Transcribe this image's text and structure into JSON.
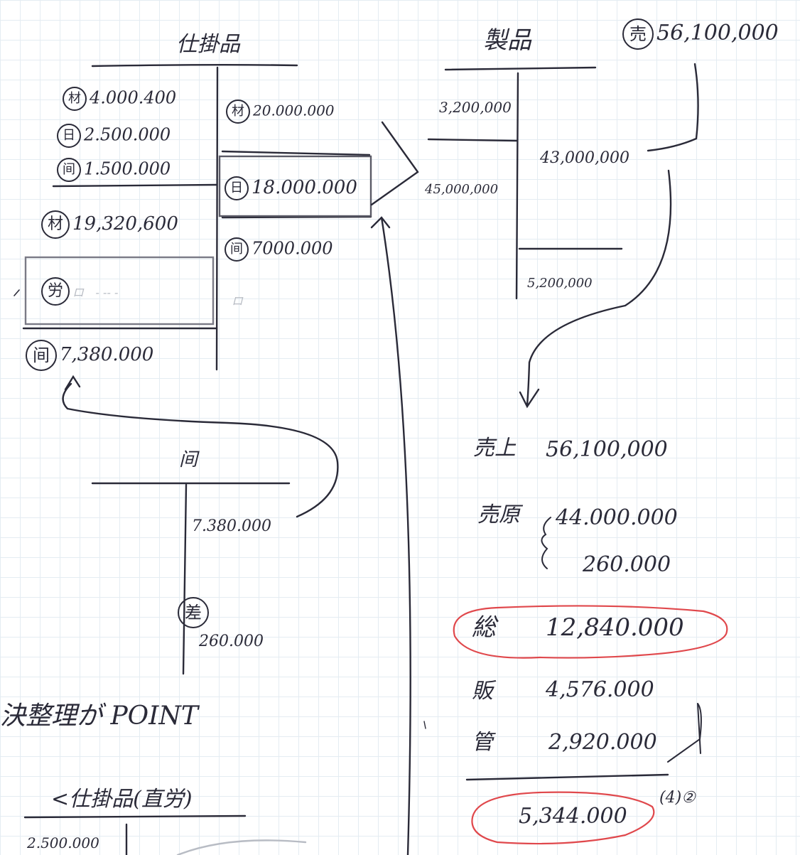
{
  "wip_account": {
    "title": "仕掛品",
    "debit": [
      {
        "mark": "材",
        "amount": "4.000.400"
      },
      {
        "mark": "日",
        "amount": "2.500.000"
      },
      {
        "mark": "间",
        "amount": "1.500.000"
      },
      {
        "mark": "材",
        "amount": "19,320,600"
      },
      {
        "mark": "労",
        "amount": ""
      },
      {
        "mark": "间",
        "amount": "7,380.000"
      }
    ],
    "credit": [
      {
        "mark": "材",
        "amount": "20.000.000"
      },
      {
        "mark": "日",
        "amount": "18.000.000"
      },
      {
        "mark": "间",
        "amount": "7000.000"
      }
    ],
    "faint_marks": [
      "ロ",
      "- -- -",
      "ロ"
    ]
  },
  "product_account": {
    "title": "製品",
    "debit": [
      "3,200,000",
      "45,000,000"
    ],
    "credit": [
      "43,000,000",
      "5,200,000"
    ],
    "sales_note": {
      "mark": "売",
      "amount": "56,100,000"
    }
  },
  "overhead_account": {
    "title": "间",
    "credit": [
      "7.380.000",
      "260.000"
    ],
    "diff_mark": "差"
  },
  "income": {
    "sales": {
      "label": "売上",
      "amount": "56,100,000"
    },
    "cogs": {
      "label": "売原",
      "amounts": [
        "44.000.000",
        "260.000"
      ]
    },
    "gross": {
      "label": "総",
      "amount": "12,840.000"
    },
    "selling": {
      "label": "販",
      "amount": "4,576.000"
    },
    "admin": {
      "label": "管",
      "amount": "2,920.000"
    },
    "note": "(4)②",
    "result": "5,344.000"
  },
  "bottom": {
    "heading": "決整理が POINT",
    "sub_heading": "<仕掛品(直労)",
    "value": "2.500.000"
  },
  "colors": {
    "ink": "#2a2a38",
    "red": "#e0484c",
    "grid": "#e4ecf2",
    "box": "#7a7a86"
  }
}
